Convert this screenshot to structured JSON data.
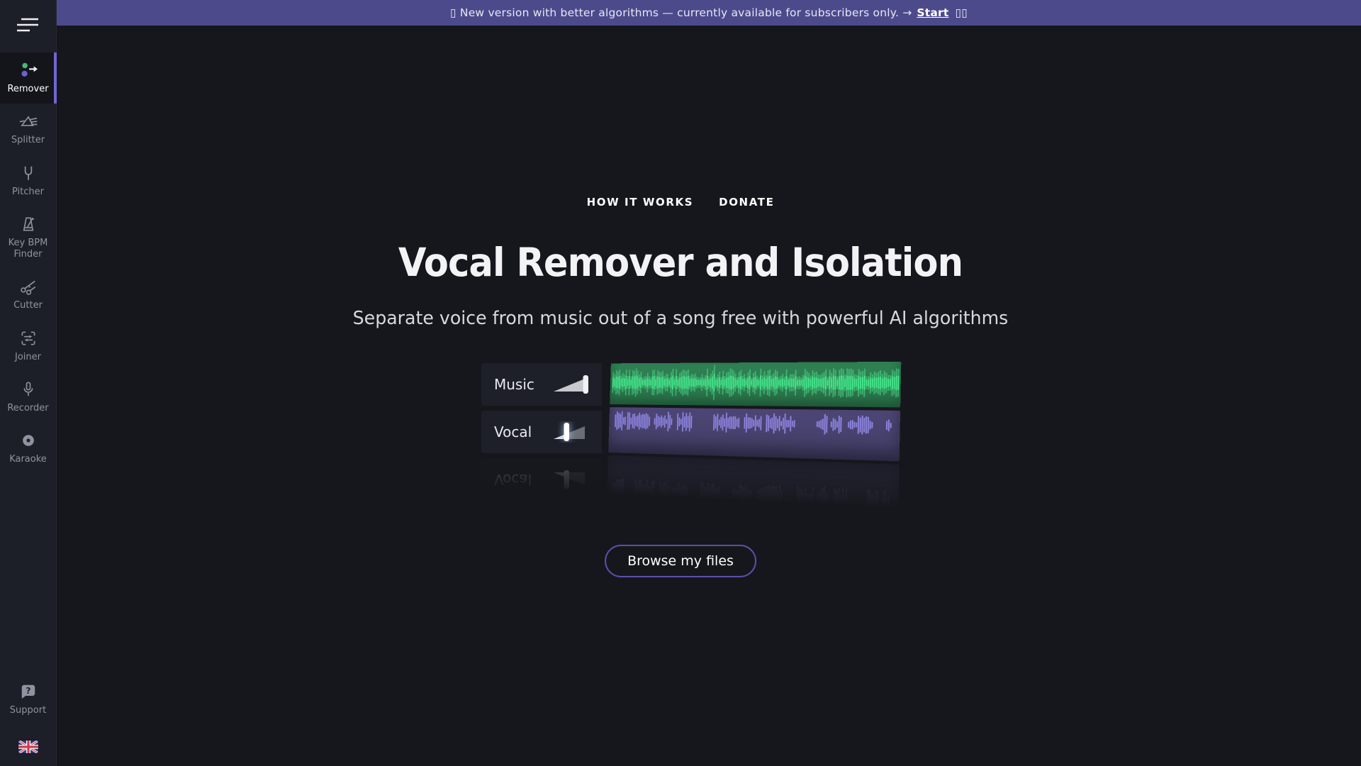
{
  "banner": {
    "prefix": "▯ New version with better algorithms — currently available for subscribers only. →",
    "link_label": "Start",
    "suffix": "▯▯"
  },
  "sidebar": {
    "items": [
      {
        "label": "Remover",
        "active": true
      },
      {
        "label": "Splitter",
        "active": false
      },
      {
        "label": "Pitcher",
        "active": false
      },
      {
        "label": "Key BPM Finder",
        "active": false
      },
      {
        "label": "Cutter",
        "active": false
      },
      {
        "label": "Joiner",
        "active": false
      },
      {
        "label": "Recorder",
        "active": false
      },
      {
        "label": "Karaoke",
        "active": false
      }
    ],
    "support_label": "Support",
    "language_flag": "united-kingdom"
  },
  "nav": {
    "how_it_works": "HOW IT WORKS",
    "donate": "DONATE"
  },
  "hero": {
    "title": "Vocal Remover and Isolation",
    "subtitle": "Separate voice from music out of a song free with powerful AI algorithms"
  },
  "player": {
    "tracks": [
      {
        "label": "Music",
        "volume_percent": 95
      },
      {
        "label": "Vocal",
        "volume_percent": 38
      }
    ],
    "reflection_label": "Vocal"
  },
  "cta": {
    "label": "Browse my files"
  },
  "colors": {
    "banner_bg": "#4d4a8c",
    "accent_purple": "#7165d3",
    "music_green": "#45ec8e",
    "vocal_purple": "#8f86e2",
    "sidebar_bg": "#1d1f28",
    "main_bg": "#16171c"
  }
}
